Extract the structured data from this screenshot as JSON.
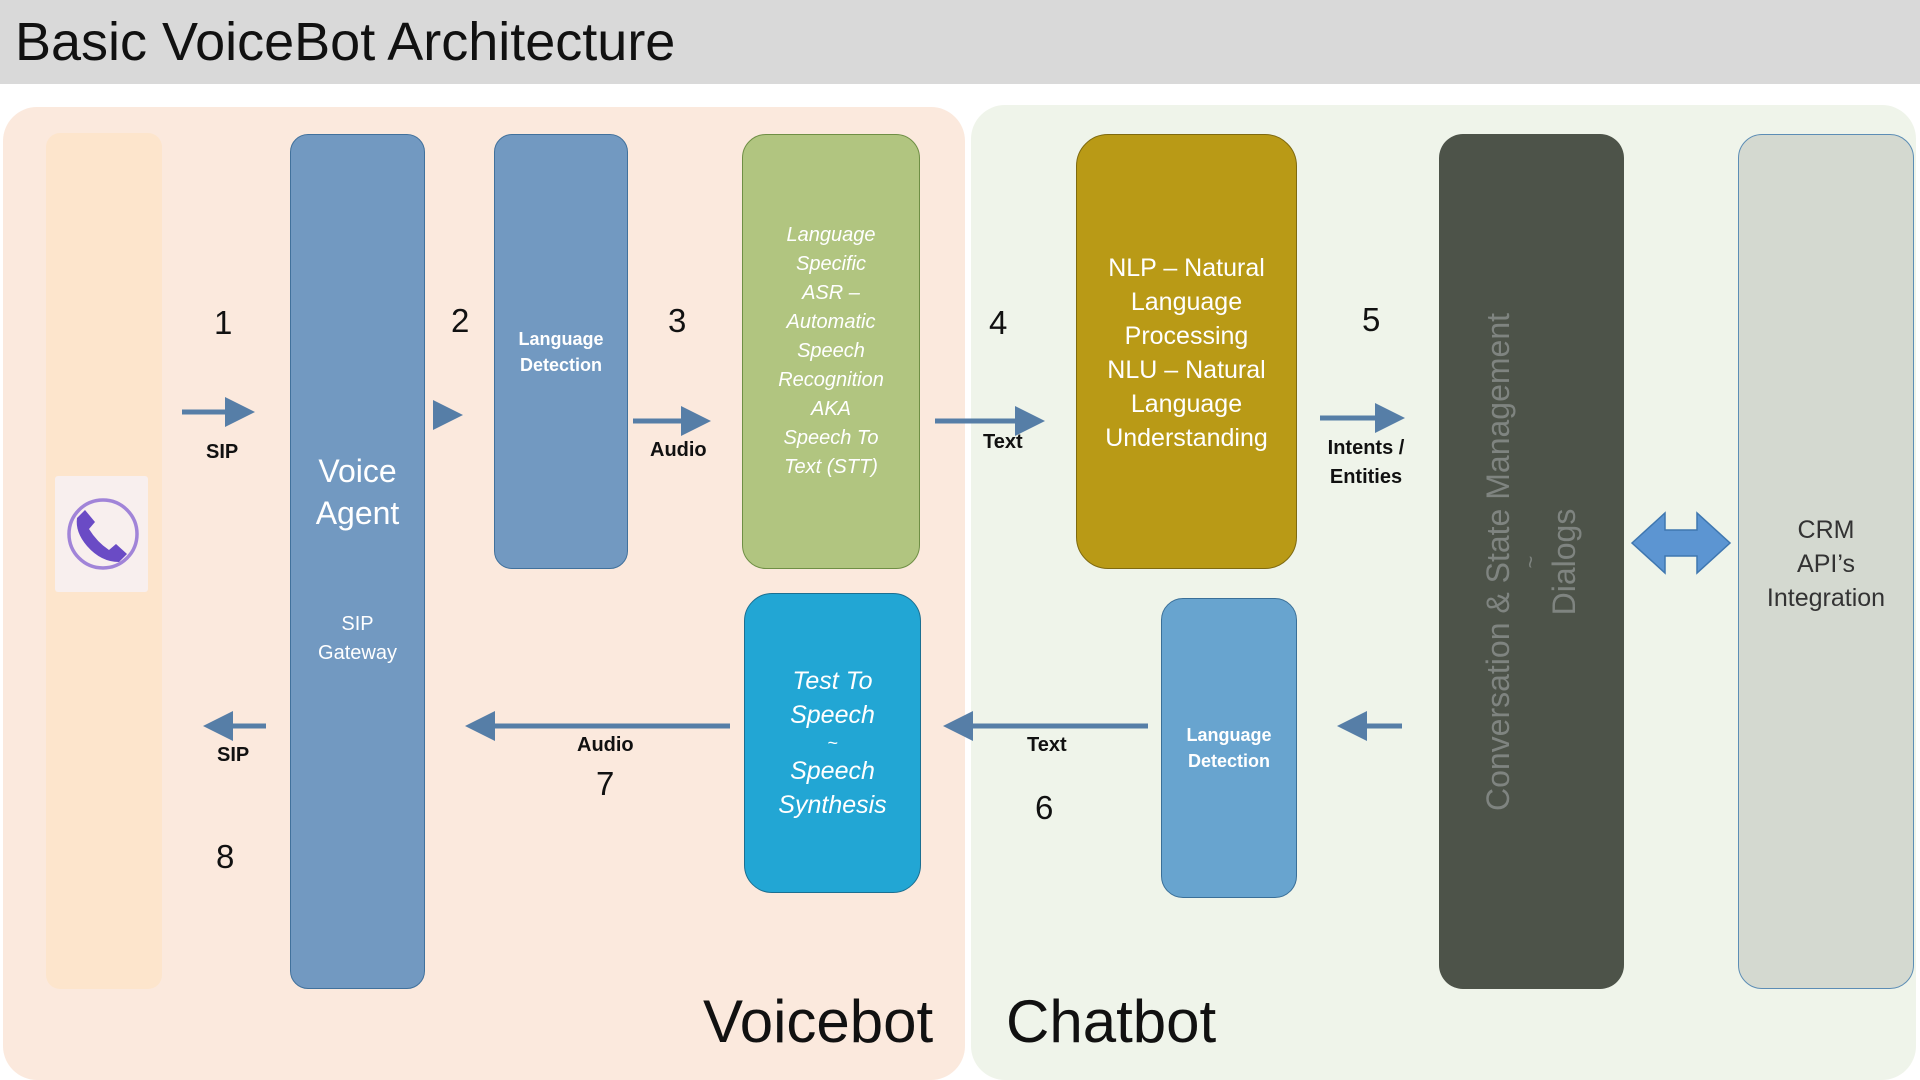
{
  "title": "Basic VoiceBot Architecture",
  "sections": {
    "voicebot": "Voicebot",
    "chatbot": "Chatbot"
  },
  "nodes": {
    "phone": {
      "icon": "phone-call-icon"
    },
    "voice_agent": {
      "title_lines": [
        "Voice",
        "Agent"
      ],
      "sub_lines": [
        "SIP",
        "Gateway"
      ]
    },
    "lang_detect_top": {
      "lines": [
        "Language",
        "Detection"
      ]
    },
    "asr": {
      "lines": [
        "Language",
        "Specific",
        "ASR –",
        "Automatic",
        "Speech",
        "Recognition",
        "AKA",
        "Speech To",
        "Text (STT)"
      ]
    },
    "nlp": {
      "lines": [
        "NLP – Natural",
        "Language",
        "Processing",
        "NLU – Natural",
        "Language",
        "Understanding"
      ]
    },
    "conversation": {
      "line1": "Conversation & State Management",
      "line2": "~",
      "line3": "Dialogs"
    },
    "crm": {
      "lines": [
        "CRM",
        "API’s",
        "Integration"
      ]
    },
    "tts": {
      "lines": [
        "Test To",
        "Speech",
        "~",
        "Speech",
        "Synthesis"
      ]
    },
    "lang_detect_bottom": {
      "lines": [
        "Language",
        "Detection"
      ]
    }
  },
  "steps": [
    "1",
    "2",
    "3",
    "4",
    "5",
    "6",
    "7",
    "8"
  ],
  "flow_labels": {
    "sip_in": "SIP",
    "audio_in": "Audio",
    "text_in": "Text",
    "intents": [
      "Intents /",
      "Entities"
    ],
    "text_out": "Text",
    "audio_out": "Audio",
    "sip_out": "SIP"
  },
  "colors": {
    "header_bg": "#d9d9d9",
    "voicebot_bg": "#fbe9dd",
    "chatbot_bg": "#eff4ea",
    "voice_agent": "#7299c1",
    "lang_detect_top": "#7299c1",
    "asr": "#b1c580",
    "nlp": "#b99a16",
    "conversation": "#4d5349",
    "crm": "#d4d9d0",
    "tts": "#22a6d4",
    "lang_detect_bottom": "#68a4cf",
    "arrow": "#567ea7",
    "bidirectional_arrow": "#5c95d2"
  }
}
